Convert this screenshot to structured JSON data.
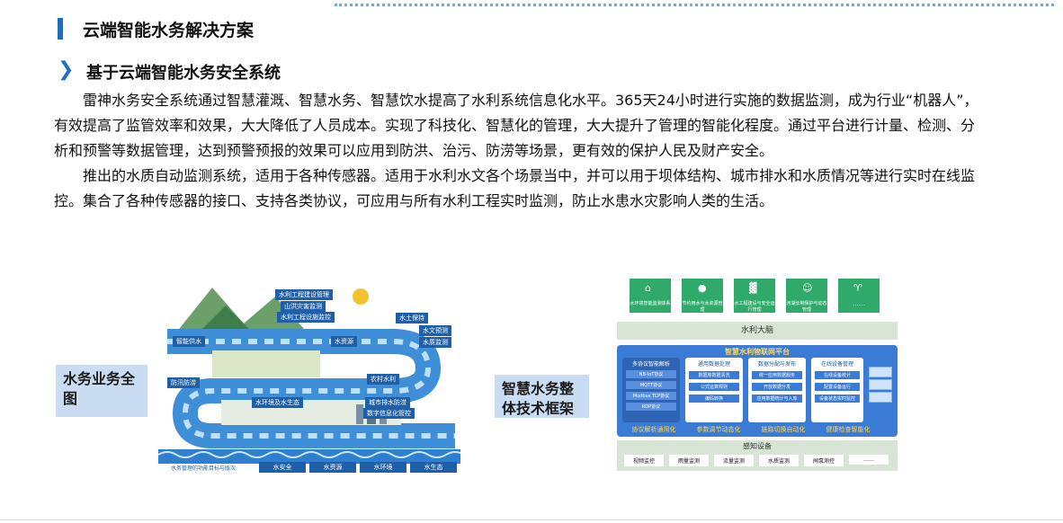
{
  "header": {
    "title": "云端智能水务解决方案"
  },
  "section": {
    "title": "基于云端智能水务安全系统"
  },
  "paragraphs": [
    "雷神水务安全系统通过智慧灌溉、智慧水务、智慧饮水提高了水利系统信息化水平。365天24小时进行实施的数据监测，成为行业“机器人”，有效提高了监管效率和效果，大大降低了人员成本。实现了科技化、智慧化的管理，大大提升了管理的智能化程度。通过平台进行计量、检测、分析和预警等数据管理，达到预警预报的效果可以应用到防洪、治污、防涝等场景，更有效的保护人民及财产安全。",
    "推出的水质自动监测系统，适用于各种传感器。适用于水利水文各个场景当中，并可以用于坝体结构、城市排水和水质情况等进行实时在线监控。集合了各种传感器的接口、支持各类协议，可应用与所有水利工程实时监测，防止水患水灾影响人类的生活。"
  ],
  "figures": {
    "left_label": "水务业务全图",
    "right_label": "智慧水务整体技术框架"
  },
  "left_diagram": {
    "boxes": [
      "水利工程建设管理",
      "山洪灾害监测",
      "水利工程设施监控",
      "智能供水",
      "水资源",
      "水土保持",
      "水文预测",
      "水质监测",
      "农村水利",
      "防汛防涝",
      "水环境及水生态",
      "城市排水防涝",
      "数字信息化管控"
    ],
    "bottom_caption": "水务管理的功能目标与版次:",
    "bottom_tags": [
      "水安全",
      "水资源",
      "水环境",
      "水生态"
    ]
  },
  "right_diagram": {
    "top_boxes": [
      "水环境智能监测体系",
      "节约用水与水资源管理",
      "水工程建设与安全运行管理",
      "河湖长制保护与动态管理",
      "……"
    ],
    "brain_label": "水利大脑",
    "platform_title": "智慧水利物联网平台",
    "columns": [
      {
        "title": "多协议智能解析",
        "items": [
          "NB-IoT协议",
          "MQTT协议",
          "Modbus TCP协议",
          "RDP协议"
        ]
      },
      {
        "title": "通用数据处理",
        "items": [
          "数据库数据清洗",
          "公式运算规则",
          "编码转换"
        ]
      },
      {
        "title": "数据分配与发布",
        "items": [
          "统一应用数据服务",
          "开放数据分发",
          "应用数据统计与入库"
        ]
      },
      {
        "title": "在线设备管理",
        "items": [
          "在线设备统计",
          "配置设备运行",
          "设备状态实时监控"
        ]
      }
    ],
    "bottom_labels": [
      "协议解析通用化",
      "参数调节动态化",
      "链路切换自动化",
      "健康检查智能化"
    ],
    "sensor_title": "感知设备",
    "sensors": [
      "视频监控",
      "雨量监测",
      "流量监测",
      "水质监测",
      "闸泵测控",
      "……"
    ]
  },
  "colors": {
    "accent": "#1f6fbf",
    "label_bg": "#c9dcf1",
    "green": "#2faa6a",
    "platform_blue": "#3a7bd5"
  }
}
